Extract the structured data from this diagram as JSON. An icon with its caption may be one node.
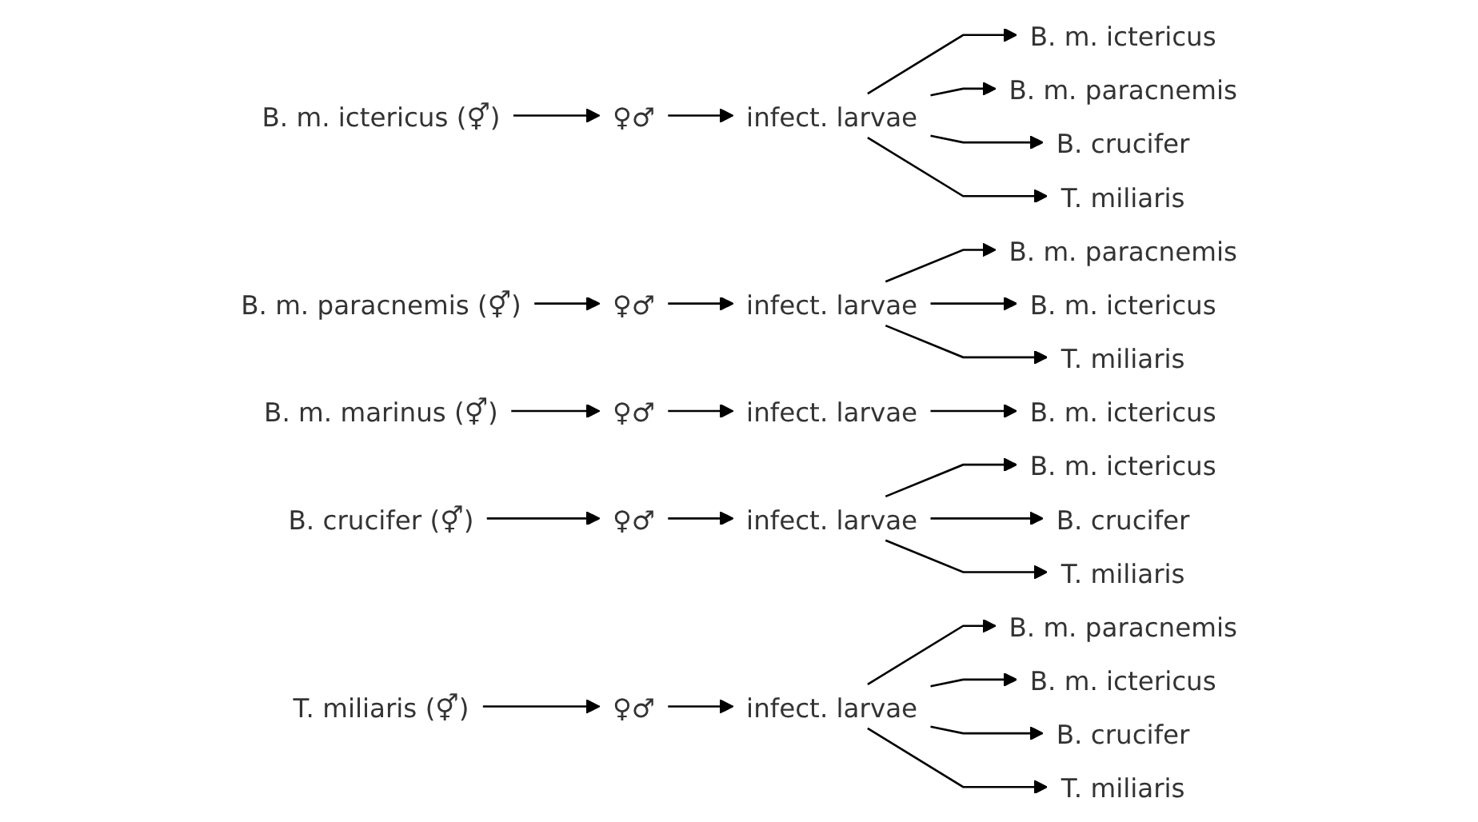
{
  "diagram": {
    "nodes": [
      {
        "text": [
          "B. m. ictericus (⚥)"
        ]
      },
      {
        "text": [
          "♀♂"
        ]
      },
      {
        "text": [
          "infect. larvae"
        ]
      },
      {
        "text": [
          "B. m. ictericus"
        ]
      },
      {
        "text": [
          "B. m. paracnemis"
        ]
      },
      {
        "text": [
          "B. crucifer"
        ]
      },
      {
        "text": [
          "T. miliaris"
        ]
      },
      {
        "text": [
          "B. m. paracnemis (⚥)"
        ]
      },
      {
        "text": [
          "♀♂"
        ]
      },
      {
        "text": [
          "infect. larvae"
        ]
      },
      {
        "text": [
          "B. m. paracnemis"
        ]
      },
      {
        "text": [
          "B. m. ictericus"
        ]
      },
      {
        "text": [
          "T. miliaris"
        ]
      },
      {
        "text": [
          "B. m. marinus (⚥)"
        ]
      },
      {
        "text": [
          "♀♂"
        ]
      },
      {
        "text": [
          "infect. larvae"
        ]
      },
      {
        "text": [
          "B. m. ictericus"
        ]
      },
      {
        "text": [
          "B. crucifer (⚥)"
        ]
      },
      {
        "text": [
          "♀♂"
        ]
      },
      {
        "text": [
          "infect. larvae"
        ]
      },
      {
        "text": [
          "B. m. ictericus"
        ]
      },
      {
        "text": [
          "B. crucifer"
        ]
      },
      {
        "text": [
          "T. miliaris"
        ]
      },
      {
        "text": [
          "T. miliaris (⚥)"
        ]
      },
      {
        "text": [
          "♀♂"
        ]
      },
      {
        "text": [
          "infect. larvae"
        ]
      },
      {
        "text": [
          "B. m. paracnemis"
        ]
      },
      {
        "text": [
          "B. m. ictericus"
        ]
      },
      {
        "text": [
          "B. crucifer"
        ]
      },
      {
        "text": [
          "T. miliaris"
        ]
      }
    ],
    "edges": [
      {
        "from": 0,
        "to": 1,
        "arrow": "to"
      },
      {
        "from": 1,
        "to": 2,
        "arrow": "to"
      },
      {
        "from": 2,
        "to": 3,
        "arrow": "to"
      },
      {
        "from": 2,
        "to": 4,
        "arrow": "to"
      },
      {
        "from": 2,
        "to": 5,
        "arrow": "to"
      },
      {
        "from": 2,
        "to": 6,
        "arrow": "to"
      },
      {
        "from": 7,
        "to": 8,
        "arrow": "to"
      },
      {
        "from": 8,
        "to": 9,
        "arrow": "to"
      },
      {
        "from": 9,
        "to": 10,
        "arrow": "to"
      },
      {
        "from": 9,
        "to": 11,
        "arrow": "to"
      },
      {
        "from": 9,
        "to": 12,
        "arrow": "to"
      },
      {
        "from": 13,
        "to": 14,
        "arrow": "to"
      },
      {
        "from": 14,
        "to": 15,
        "arrow": "to"
      },
      {
        "from": 15,
        "to": 16,
        "arrow": "to"
      },
      {
        "from": 17,
        "to": 18,
        "arrow": "to"
      },
      {
        "from": 18,
        "to": 19,
        "arrow": "to"
      },
      {
        "from": 19,
        "to": 20,
        "arrow": "to"
      },
      {
        "from": 19,
        "to": 21,
        "arrow": "to"
      },
      {
        "from": 19,
        "to": 22,
        "arrow": "to"
      },
      {
        "from": 23,
        "to": 24,
        "arrow": "to"
      },
      {
        "from": 24,
        "to": 25,
        "arrow": "to"
      },
      {
        "from": 25,
        "to": 26,
        "arrow": "to"
      },
      {
        "from": 25,
        "to": 27,
        "arrow": "to"
      },
      {
        "from": 25,
        "to": 28,
        "arrow": "to"
      },
      {
        "from": 25,
        "to": 29,
        "arrow": "to"
      }
    ]
  }
}
